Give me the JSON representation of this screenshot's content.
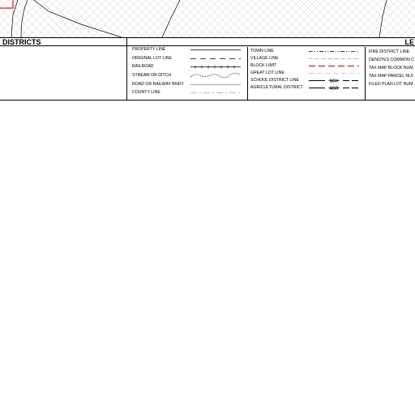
{
  "legend": {
    "districts_header": "DISTRICTS",
    "right_header": "LE",
    "line_types": [
      {
        "label": "PROPERTY LINE",
        "icon": "property-line"
      },
      {
        "label": "ORIGINAL LOT LINE",
        "icon": "original-lot-line"
      },
      {
        "label": "RAILROAD",
        "icon": "railroad-line"
      },
      {
        "label": "STREAM OR DITCH",
        "icon": "stream-line"
      },
      {
        "label": "ROAD OR RAILWAY BNDY",
        "icon": "road-boundary-line"
      },
      {
        "label": "COUNTY LINE",
        "icon": "county-line"
      }
    ],
    "boundaries": [
      {
        "label": "TOWN LINE",
        "icon": "town-line"
      },
      {
        "label": "VILLAGE LINE",
        "icon": "village-line"
      },
      {
        "label": "BLOCK LIMIT",
        "icon": "block-limit-line"
      },
      {
        "label": "GREAT LOT LINE",
        "icon": "great-lot-line"
      },
      {
        "label": "SCHOOL DISTRICT LINE",
        "icon": "school-district-line",
        "symbol_text": "SCH"
      },
      {
        "label": "AGRICULTURAL DISTRICT",
        "icon": "agricultural-district-line",
        "symbol_text": "AGR"
      }
    ],
    "right_items": [
      "FIRE DISTRICT LINE",
      "DENOTES COMMON C",
      "TAX MAP BLOCK NUM",
      "TAX MAP PARCEL NUI",
      "FILED PLAN LOT NUM"
    ]
  },
  "colors": {
    "block_limit": "#d62020",
    "stream": "#2a4fa8",
    "map_outline": "#d62020",
    "hatch": "#c8c8c8"
  }
}
